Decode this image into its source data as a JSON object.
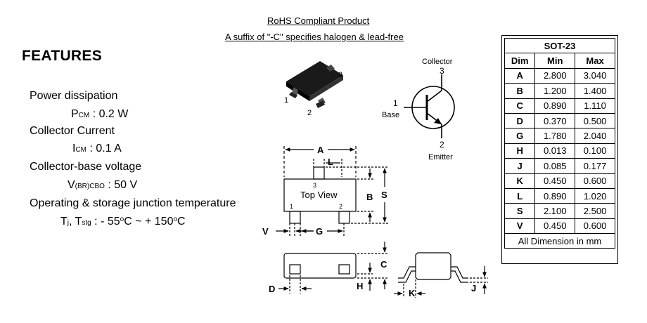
{
  "header": {
    "line1": "RoHS Compliant Product",
    "line2": "A suffix of \"-C\" specifies halogen & lead-free"
  },
  "features": {
    "title": "FEATURES",
    "power_label": "Power dissipation",
    "power_sym": "P",
    "power_sub": "CM",
    "power_value": ":  0.2  W",
    "current_label": "Collector Current",
    "current_sym": "I",
    "current_sub": "CM",
    "current_value": ":  0.1 A",
    "voltage_label": "Collector-base voltage",
    "voltage_sym": "V",
    "voltage_sub": "(BR)CBO",
    "voltage_value": ":  50 V",
    "temp_label": "Operating & storage junction temperature",
    "temp_tj": "T",
    "temp_tj_sub": "j",
    "temp_sep": ", T",
    "temp_tstg_sub": "stg",
    "temp_value_a": " : - 55",
    "temp_deg1": "o",
    "temp_value_b": "C ~ + 150",
    "temp_deg2": "o",
    "temp_value_c": "C"
  },
  "package_3d": {
    "pin1": "1",
    "pin2": "2",
    "pin3": "3"
  },
  "symbol": {
    "collector": "Collector",
    "collector_pin": "3",
    "base_pin": "1",
    "base": "Base",
    "emitter_pin": "2",
    "emitter": "Emitter"
  },
  "drawing": {
    "A": "A",
    "L": "L",
    "B": "B",
    "S": "S",
    "V": "V",
    "G": "G",
    "top_view": "Top View",
    "pin3": "3",
    "pin1": "1",
    "pin2": "2",
    "C": "C",
    "D": "D",
    "H": "H",
    "K": "K",
    "J": "J"
  },
  "table": {
    "title": "SOT-23",
    "headers": [
      "Dim",
      "Min",
      "Max"
    ],
    "rows": [
      [
        "A",
        "2.800",
        "3.040"
      ],
      [
        "B",
        "1.200",
        "1.400"
      ],
      [
        "C",
        "0.890",
        "1.110"
      ],
      [
        "D",
        "0.370",
        "0.500"
      ],
      [
        "G",
        "1.780",
        "2.040"
      ],
      [
        "H",
        "0.013",
        "0.100"
      ],
      [
        "J",
        "0.085",
        "0.177"
      ],
      [
        "K",
        "0.450",
        "0.600"
      ],
      [
        "L",
        "0.890",
        "1.020"
      ],
      [
        "S",
        "2.100",
        "2.500"
      ],
      [
        "V",
        "0.450",
        "0.600"
      ]
    ],
    "footer": "All Dimension in mm"
  }
}
